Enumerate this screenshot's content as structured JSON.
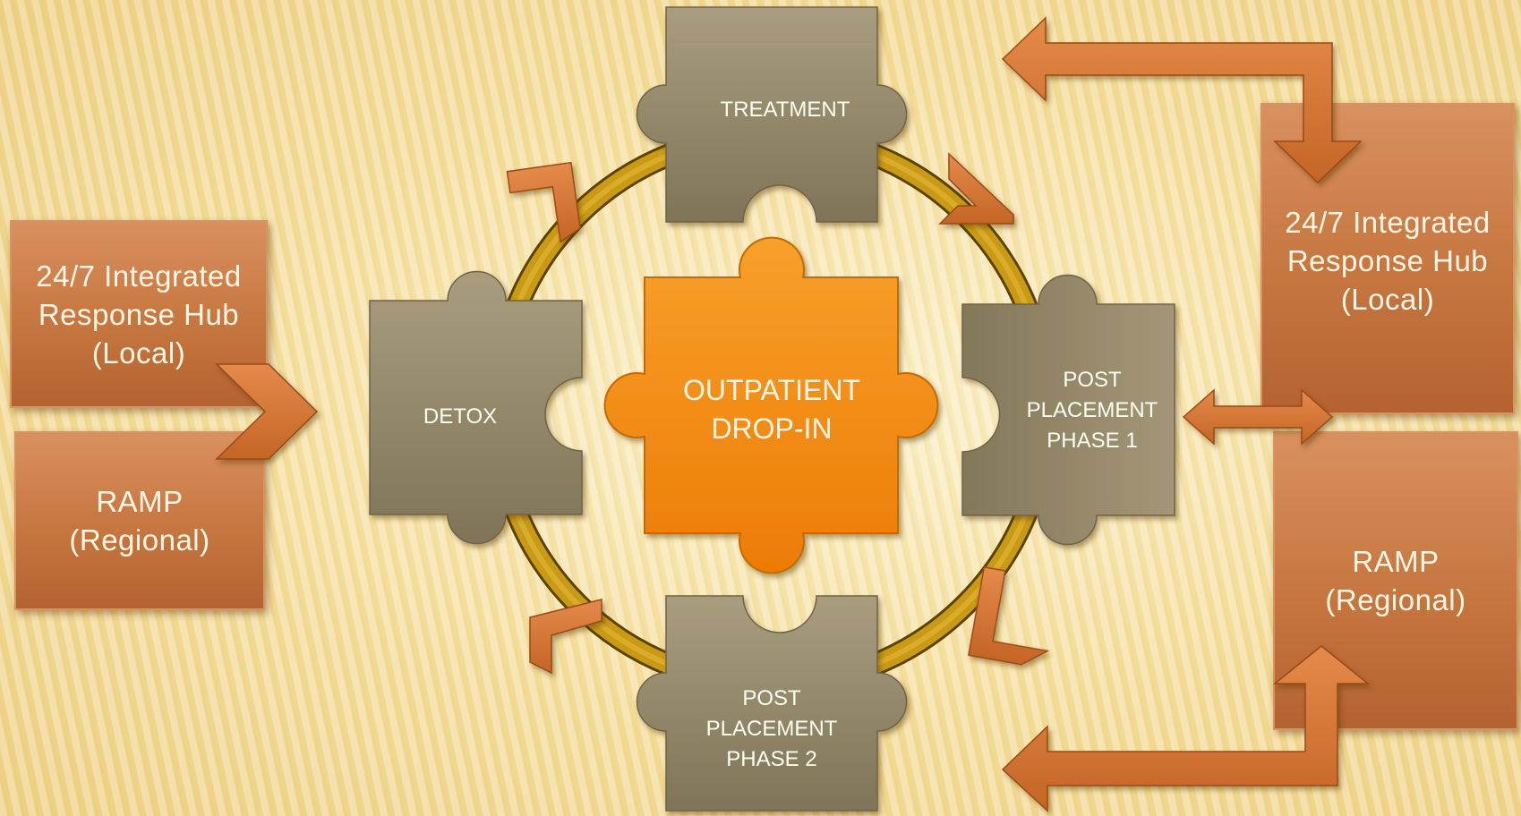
{
  "left_boxes": {
    "hub": [
      "24/7 Integrated",
      "Response Hub",
      "(Local)"
    ],
    "ramp": [
      "RAMP",
      "(Regional)"
    ]
  },
  "right_boxes": {
    "hub": [
      "24/7 Integrated",
      "Response Hub",
      "(Local)"
    ],
    "ramp": [
      "RAMP",
      "(Regional)"
    ]
  },
  "center": [
    "OUTPATIENT",
    "DROP-IN"
  ],
  "pieces": {
    "treatment": [
      "TREATMENT"
    ],
    "detox": [
      "DETOX"
    ],
    "post1": [
      "POST",
      "PLACEMENT",
      "PHASE 1"
    ],
    "post2": [
      "POST",
      "PLACEMENT",
      "PHASE 2"
    ]
  },
  "colors": {
    "piece": "#8f8466",
    "center": "#f0860a",
    "ring": "#c99612",
    "arrow": "#d2793a",
    "box": "#c6763f"
  }
}
